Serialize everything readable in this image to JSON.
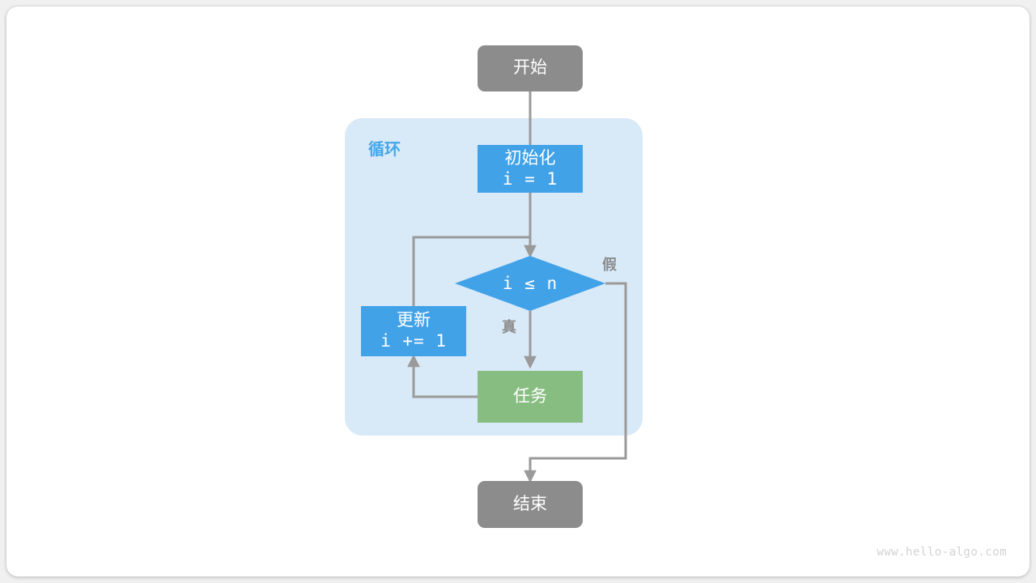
{
  "diagram": {
    "title": "for-loop-flowchart",
    "watermark": "www.hello-algo.com",
    "colors": {
      "gray": "#8c8c8c",
      "blue": "#41a2e8",
      "green": "#88bd82",
      "group_fill": "#d8e9f8",
      "edge": "#9a9a9a",
      "canvas": "#ffffff"
    },
    "group": {
      "label": "循环"
    },
    "nodes": {
      "start": {
        "label": "开始",
        "shape": "rounded-rect",
        "color": "#8c8c8c"
      },
      "init": {
        "line1": "初始化",
        "line2": "i = 1",
        "shape": "rect",
        "color": "#41a2e8"
      },
      "condition": {
        "label": "i ≤ n",
        "shape": "diamond",
        "color": "#41a2e8"
      },
      "update": {
        "line1": "更新",
        "line2": "i += 1",
        "shape": "rect",
        "color": "#41a2e8"
      },
      "task": {
        "label": "任务",
        "shape": "rect",
        "color": "#88bd82"
      },
      "end": {
        "label": "结束",
        "shape": "rounded-rect",
        "color": "#8c8c8c"
      }
    },
    "edge_labels": {
      "true_branch": "真",
      "false_branch": "假"
    }
  }
}
